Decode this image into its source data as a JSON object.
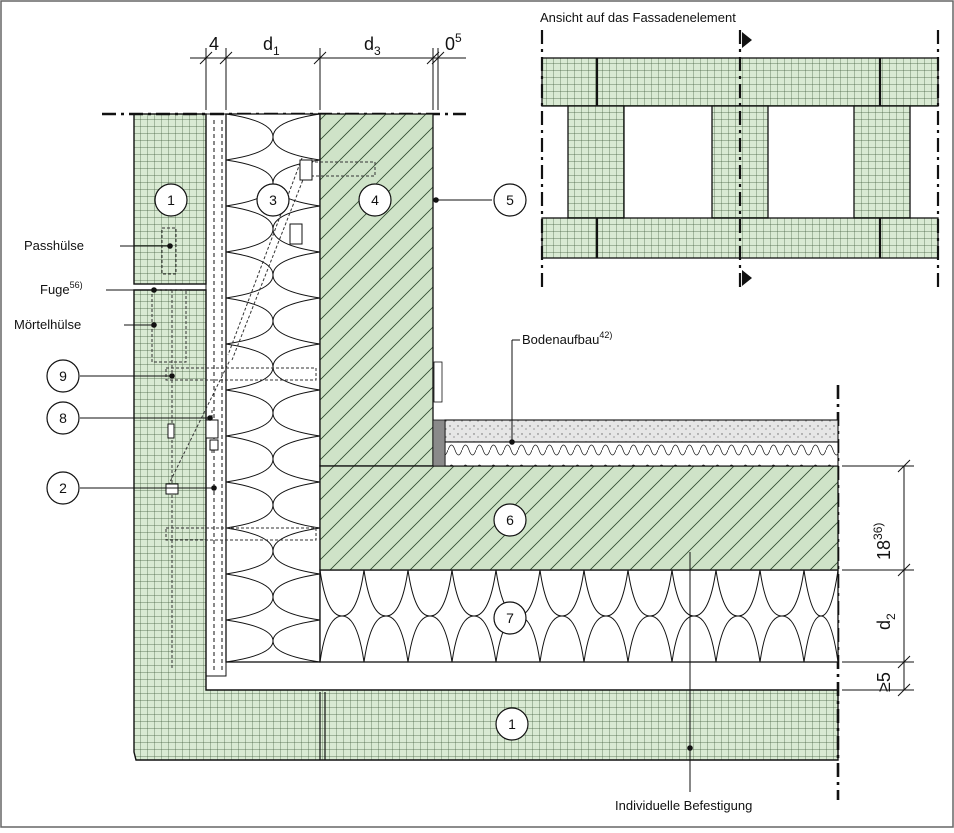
{
  "colors": {
    "panel_fill": "#d9ead3",
    "grid_line": "#3f5a3a",
    "concrete_fill": "#cfe3c8",
    "hatch": "#2f4a2f",
    "insulation_fill": "#ffffff",
    "screed_fill": "#e6e6e6",
    "outline": "#111111"
  },
  "view_title": "Ansicht auf das Fassadenelement",
  "dimensions": {
    "top_4": "4",
    "top_d1_base": "d",
    "top_d1_sub": "1",
    "top_d3_base": "d",
    "top_d3_sub": "3",
    "top_05_base": "0",
    "top_05_sup": "5",
    "right_18_base": "18",
    "right_18_sup": "36)",
    "right_d2_base": "d",
    "right_d2_sub": "2",
    "right_ge5": "≥5"
  },
  "labels": {
    "passhuelse": "Passhülse",
    "fuge_base": "Fuge",
    "fuge_sup": "56)",
    "moertelhuelse": "Mörtelhülse",
    "bodenaufbau_base": "Bodenaufbau",
    "bodenaufbau_sup": "42)",
    "befestigung": "Individuelle Befestigung"
  },
  "markers": {
    "m1_top": "1",
    "m3": "3",
    "m4": "4",
    "m5": "5",
    "m9": "9",
    "m8": "8",
    "m2": "2",
    "m6": "6",
    "m7": "7",
    "m1_bottom": "1"
  }
}
